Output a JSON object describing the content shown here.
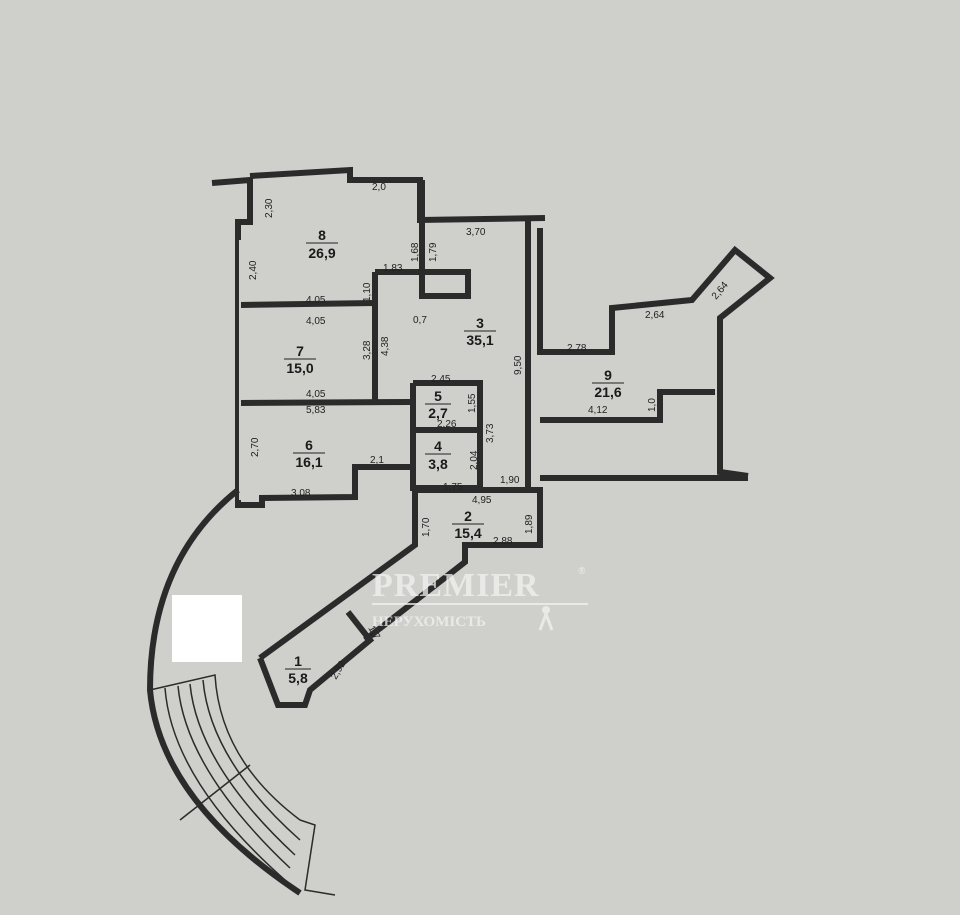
{
  "rooms": [
    {
      "number": "1",
      "area": "5,8"
    },
    {
      "number": "2",
      "area": "15,4"
    },
    {
      "number": "3",
      "area": "35,1"
    },
    {
      "number": "4",
      "area": "3,8"
    },
    {
      "number": "5",
      "area": "2,7"
    },
    {
      "number": "6",
      "area": "16,1"
    },
    {
      "number": "7",
      "area": "15,0"
    },
    {
      "number": "8",
      "area": "26,9"
    },
    {
      "number": "9",
      "area": "21,6"
    }
  ],
  "dimensions": [
    "2,30",
    "2,0",
    "3,70",
    "1,68",
    "1,79",
    "2,40",
    "1,83",
    "1,10",
    "4,05",
    "4,05",
    "0,7",
    "4,38",
    "3,28",
    "4,05",
    "2,45",
    "5,83",
    "9,50",
    "1,55",
    "2,26",
    "3,73",
    "2,70",
    "2,1",
    "2,04",
    "3,08",
    "1,75",
    "1,90",
    "4,95",
    "1,70",
    "1,89",
    "2,88",
    "1,7",
    "2,92",
    "2,78",
    "2,64",
    "2,64",
    "4,12",
    "1,0"
  ],
  "watermark": {
    "brand": "PREMIER",
    "registered": "®",
    "subtitle": "НЕРУХОМІСТЬ"
  },
  "colors": {
    "paper": "#cfcfcc",
    "ink": "#2b2b2b"
  }
}
